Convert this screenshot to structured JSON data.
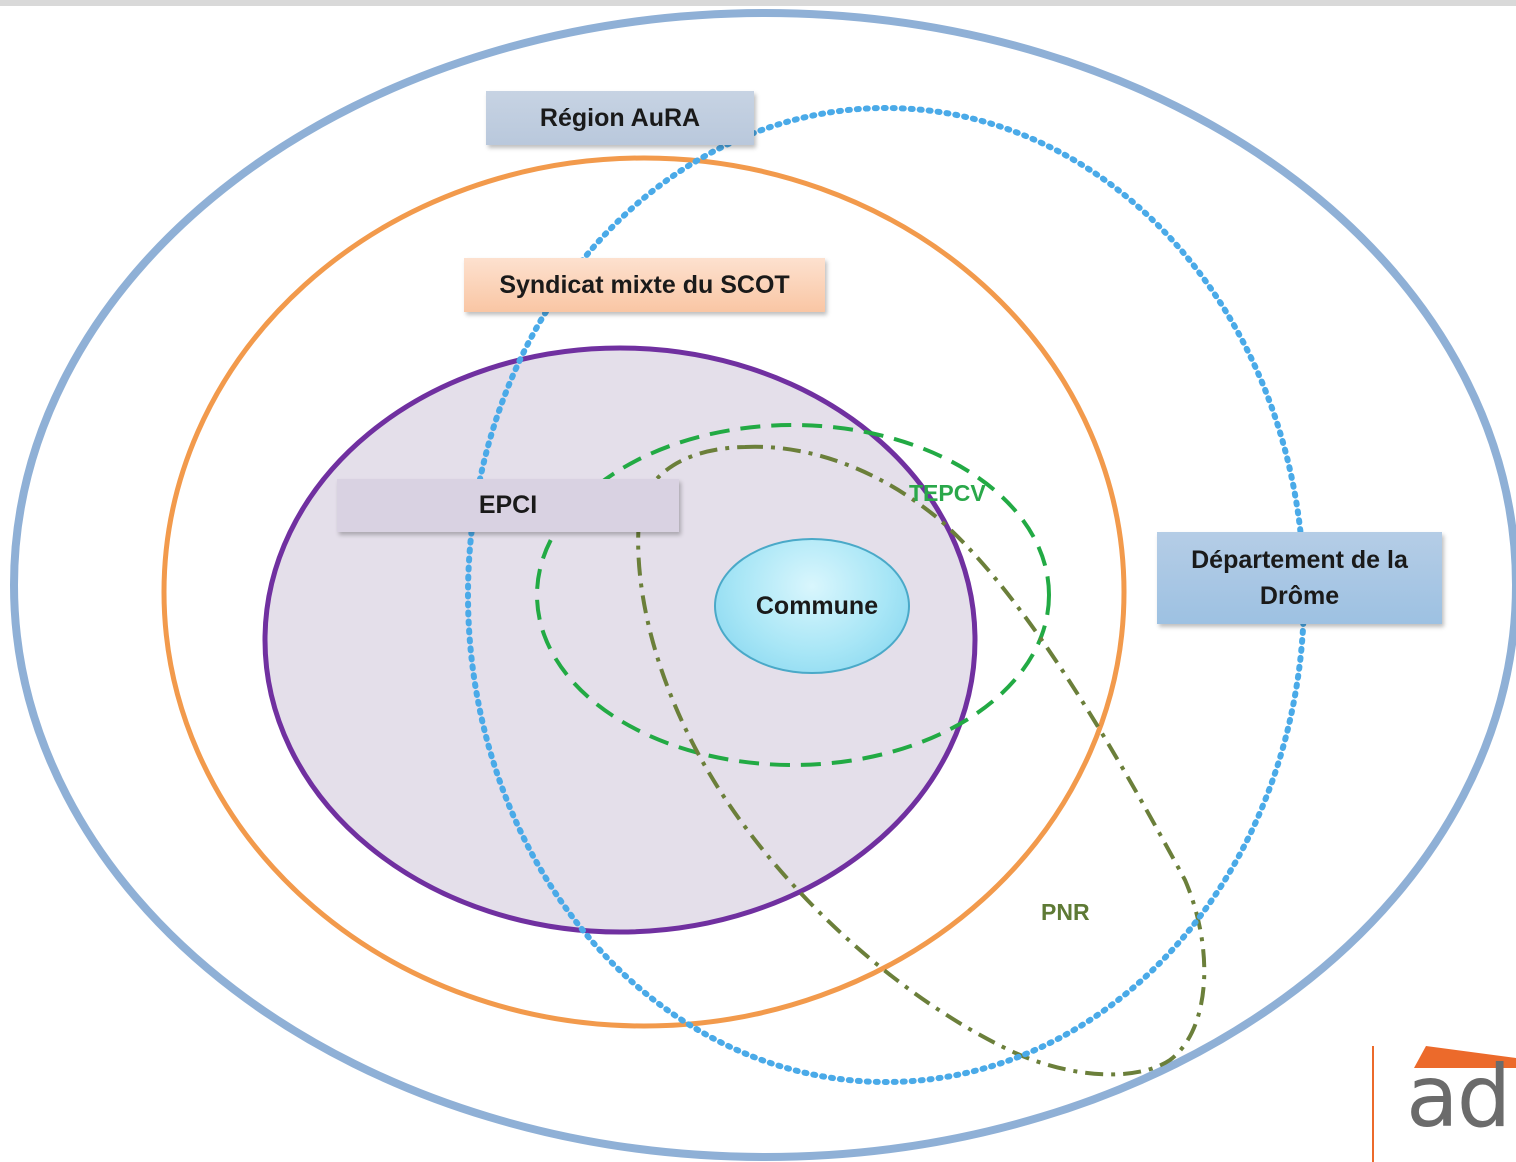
{
  "diagram": {
    "region_label": "Région AuRA",
    "scot_label": "Syndicat mixte du SCOT",
    "epci_label": "EPCI",
    "tepcv_label": "TEPCV",
    "commune_label": "Commune",
    "departement_label_line1": "Département de la",
    "departement_label_line2": "Drôme",
    "pnr_label": "PNR",
    "logo_text": "ad"
  },
  "colors": {
    "region_outline": "#8fb0d6",
    "departement_outline": "#4aaae8",
    "scot_outline": "#f29a4c",
    "epci_outline": "#7030a0",
    "epci_fill": "#e4dfea",
    "tepcv_outline": "#22aa44",
    "pnr_outline": "#6b7f3a",
    "logo_accent": "#ec6a2b"
  }
}
